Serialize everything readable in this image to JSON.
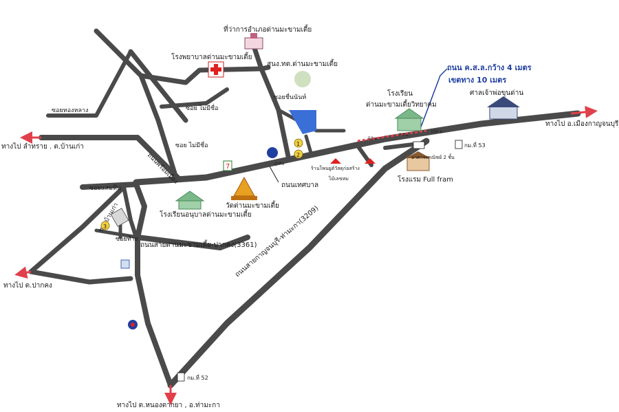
{
  "colors": {
    "road": "#4a4a4a",
    "arrow": "#e0404a",
    "highlight_road": "#e0404a",
    "callout": "#1f3fa0",
    "water": "#3a6fd8",
    "park": "#cfe0c0",
    "school": "#9fd0a8",
    "temple": "#e8a020"
  },
  "labels": {
    "district_office": "ที่ว่าการอำเภอด่านมะขามเตี้ย",
    "hospital": "โรงพยาบาลด่านมะขามเตี้ย",
    "police": "สนง.ทต.ด่านมะขามเตี้ย",
    "school_top": "โรงเรียน",
    "school_top_2": "ด่านมะขามเตี้ยวิทยาคม",
    "shrine": "ศาลเจ้าพ่อขุนด่าน",
    "callout_line1": "ถนน ค.ส.ล.กว้าง 4 เมตร",
    "callout_line2": "เขตทาง 10 เมตร",
    "to_kanchanaburi": "ทางไป อ.เมืองกาญจนบุรี",
    "to_lamthap": "ทางไป ลำทราย . ต.บ้านเก่า",
    "to_pakkong": "ทางไป ต.ปากคง",
    "to_bottom": "ทางไป ต.หนองตากยา , อ.ท่ามะกา",
    "soi_thong_lang": "ซอยทองหลาง",
    "soi_mai_mi_chue_1": "ซอย ไม่มีชื่อ",
    "soi_mai_mi_chue_2": "ซอย ไม่มีชื่อ",
    "soi_chuen_nan": "ซอยชื่นนันท์",
    "road_phromdaen": "ถนนพร้อมเมือง",
    "road_thesaban": "ถนนเทศบาล",
    "soi_saem_hin": "ซอยแสมหิน",
    "soi_ban_kao": "ซอยบ้านเก่า",
    "soi_tai": "ซอยท้าย",
    "road_3361": "ถนนสายด่านมะขามเตี้ย-ปากคง(3361)",
    "road_3209": "ถนนสายกาญจนบุรี-ท่ามะกา(3209)",
    "school_bottom": "โรงเรียนอนุบาลด่านมะขามเตี้ย",
    "temple": "วัดด่านมะขามเตี้ย",
    "hotel": "โรงแรม Full fram",
    "km53": "กม.ที่ 53",
    "km52": "กม.ที่ 52",
    "shop": "ร้านโพนยูต์วัสดุก่อสร้าง",
    "shop2": "ไม้เลขหม",
    "commercial": "อาคารพาณิชย์ 2 ชั้น",
    "seven": "7",
    "bank": "ธุรกิจ",
    "dist50": "50 ม.",
    "dist70": "70 ม.",
    "dist100": "100 ม.",
    "n1": "1",
    "n2": "2",
    "n3": "3"
  }
}
